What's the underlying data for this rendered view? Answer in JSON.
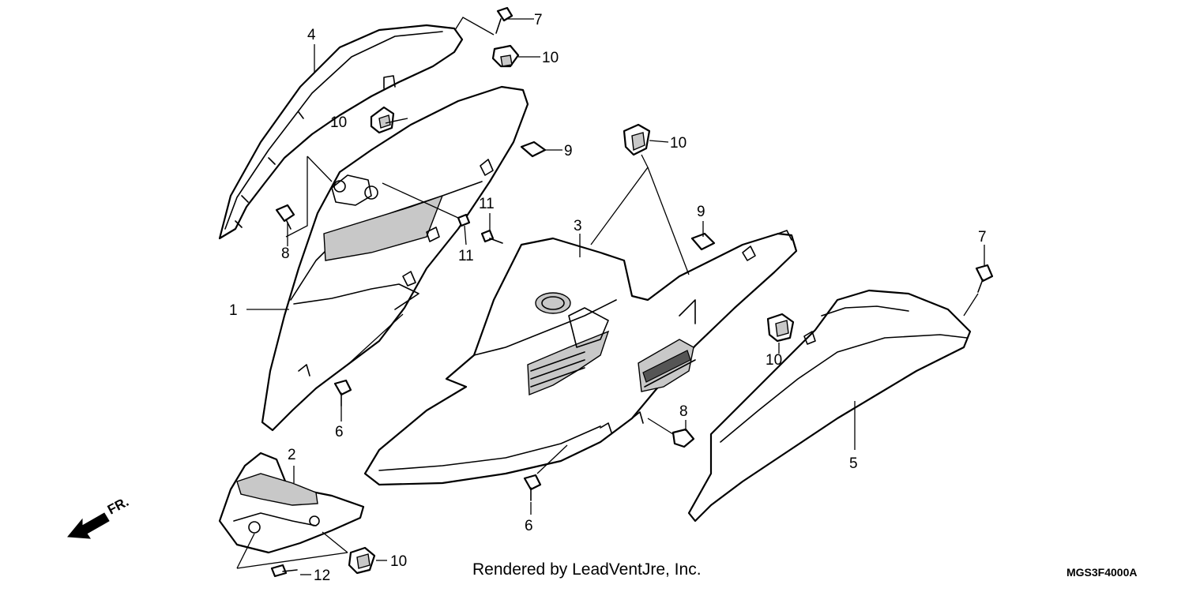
{
  "labels": {
    "p1": "1",
    "p2": "2",
    "p3": "3",
    "p4": "4",
    "p5": "5",
    "p6a": "6",
    "p6b": "6",
    "p7a": "7",
    "p7b": "7",
    "p8a": "8",
    "p8b": "8",
    "p9a": "9",
    "p9b": "9",
    "p10a": "10",
    "p10b": "10",
    "p10c": "10",
    "p10d": "10",
    "p10e": "10",
    "p11a": "11",
    "p11b": "11",
    "p12": "12"
  },
  "direction": {
    "label": "FR.",
    "icon": "front-direction-arrow-icon"
  },
  "footer": {
    "credit": "Rendered by LeadVentJre, Inc.",
    "diagram_code": "MGS3F4000A"
  }
}
